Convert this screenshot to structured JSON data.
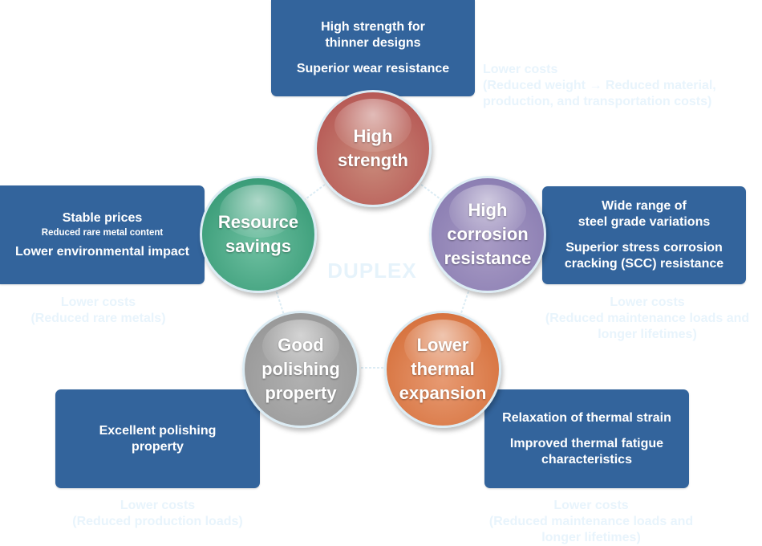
{
  "diagram": {
    "center_label": "DUPLEX",
    "colors": {
      "box": "#33649c",
      "cost_text": "#e8f4fc",
      "high_strength": "#b75a56",
      "resource_savings": "#3b9d79",
      "high_corrosion_resistance": "#8c7fb3",
      "good_polishing_property": "#999999",
      "lower_thermal_expansion": "#d7733f"
    },
    "properties": [
      {
        "id": "high-strength",
        "circle_lines": [
          "High",
          "strength"
        ],
        "benefits": [
          [
            "High strength for",
            "thinner designs"
          ],
          [
            "Superior wear resistance"
          ]
        ],
        "cost_lines": [
          "Lower costs",
          "(Reduced weight → Reduced material,",
          "production, and transportation costs)"
        ]
      },
      {
        "id": "resource-savings",
        "circle_lines": [
          "Resource",
          "savings"
        ],
        "benefits": [
          [
            "Stable prices"
          ],
          [
            "Lower environmental impact"
          ]
        ],
        "benefit_note": "Reduced rare metal content",
        "cost_lines": [
          "Lower costs",
          "(Reduced rare metals)"
        ]
      },
      {
        "id": "high-corrosion-resistance",
        "circle_lines": [
          "High",
          "corrosion",
          "resistance"
        ],
        "benefits": [
          [
            "Wide range of",
            "steel grade variations"
          ],
          [
            "Superior stress corrosion",
            "cracking (SCC) resistance"
          ]
        ],
        "cost_lines": [
          "Lower costs",
          "(Reduced maintenance loads and",
          "longer lifetimes)"
        ]
      },
      {
        "id": "good-polishing-property",
        "circle_lines": [
          "Good",
          "polishing",
          "property"
        ],
        "benefits": [
          [
            "Excellent polishing",
            "property"
          ]
        ],
        "cost_lines": [
          "Lower costs",
          "(Reduced production loads)"
        ]
      },
      {
        "id": "lower-thermal-expansion",
        "circle_lines": [
          "Lower",
          "thermal",
          "expansion"
        ],
        "benefits": [
          [
            "Relaxation of thermal strain"
          ],
          [
            "Improved thermal fatigue",
            "characteristics"
          ]
        ],
        "cost_lines": [
          "Lower costs",
          "(Reduced maintenance loads and",
          "longer lifetimes)"
        ]
      }
    ]
  }
}
